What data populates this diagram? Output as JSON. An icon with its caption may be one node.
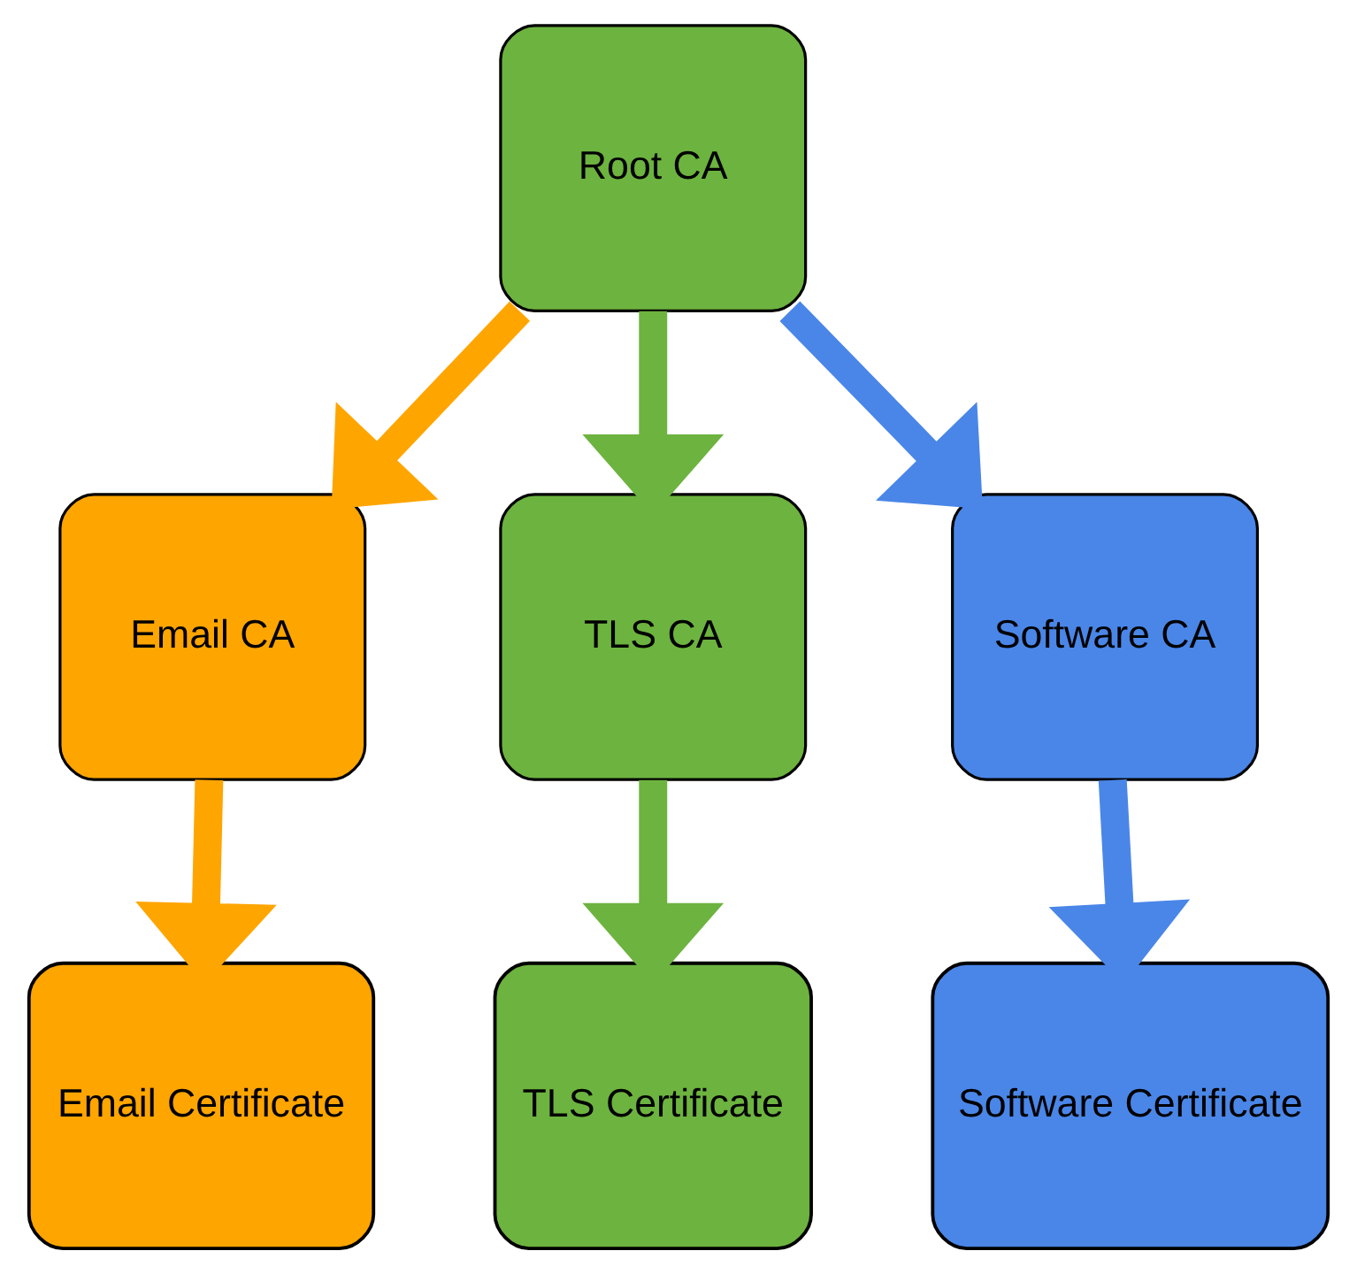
{
  "diagram": {
    "nodes": [
      {
        "text": [
          "Root CA"
        ]
      },
      {
        "text": [
          "Email CA"
        ]
      },
      {
        "text": [
          "TLS CA"
        ]
      },
      {
        "text": [
          "Software CA"
        ]
      },
      {
        "text": [
          "Email Certificate"
        ]
      },
      {
        "text": [
          "TLS Certificate"
        ]
      },
      {
        "text": [
          "Software Certificate"
        ]
      }
    ],
    "edges": [
      {
        "from": 0,
        "to": 1,
        "arrow": "to",
        "color": "#ffa500"
      },
      {
        "from": 0,
        "to": 2,
        "arrow": "to",
        "color": "#6db33f"
      },
      {
        "from": 0,
        "to": 3,
        "arrow": "to",
        "color": "#4a86e8"
      },
      {
        "from": 1,
        "to": 4,
        "arrow": "to",
        "color": "#ffa500"
      },
      {
        "from": 2,
        "to": 5,
        "arrow": "to",
        "color": "#6db33f"
      },
      {
        "from": 3,
        "to": 6,
        "arrow": "to",
        "color": "#4a86e8"
      }
    ]
  }
}
